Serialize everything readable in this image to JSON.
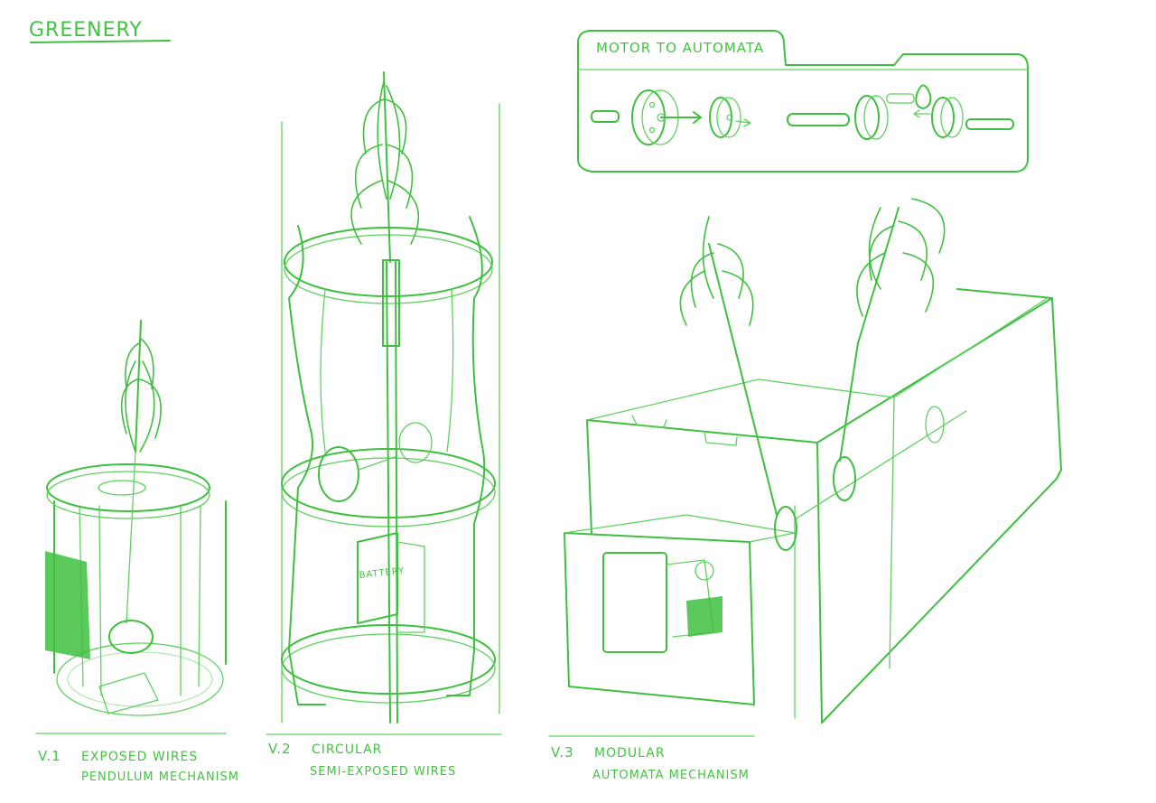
{
  "title": "GREENERY",
  "ink_color": "#3fbf3f",
  "inset": {
    "title": "MOTOR TO AUTOMATA"
  },
  "versions": [
    {
      "id": "V.1",
      "line1": "EXPOSED WIRES",
      "line2": "PENDULUM MECHANISM"
    },
    {
      "id": "V.2",
      "line1": "CIRCULAR",
      "line2": "SEMI-EXPOSED WIRES"
    },
    {
      "id": "V.3",
      "line1": "MODULAR",
      "line2": "AUTOMATA MECHANISM"
    }
  ],
  "labels": {
    "battery": "BATTERY"
  }
}
